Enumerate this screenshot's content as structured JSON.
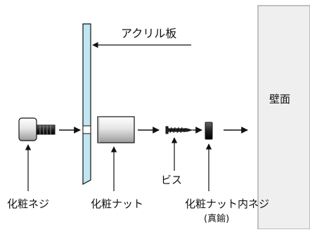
{
  "labels": {
    "acrylic_plate": "アクリル板",
    "wall_surface": "壁面",
    "decorative_screw": "化粧ネジ",
    "decorative_nut": "化粧ナット",
    "wood_screw": "ビス",
    "nut_inner_screw": "化粧ナット内ネジ",
    "brass": "(真鍮)"
  },
  "colors": {
    "line": "#111111",
    "acrylic_fill": "#bfe6f2",
    "wall_fill": "#efefef",
    "wall_edge": "#8a8a8a"
  }
}
